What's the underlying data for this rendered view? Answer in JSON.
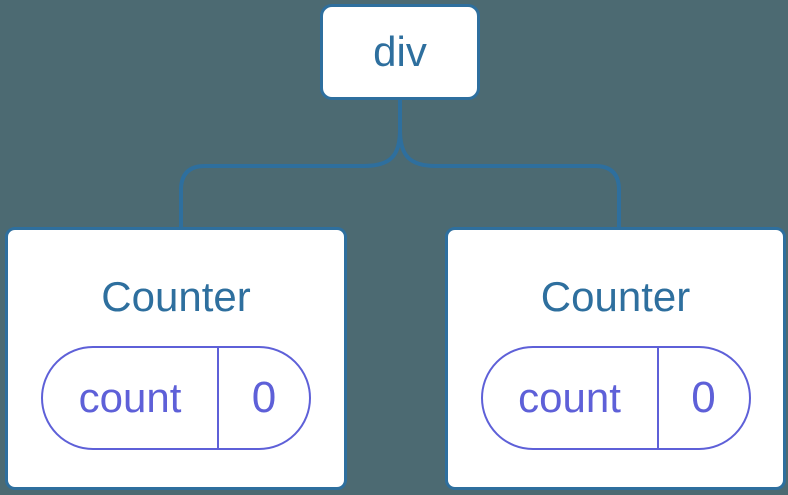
{
  "diagram": {
    "root": {
      "label": "div"
    },
    "children": [
      {
        "title": "Counter",
        "state": {
          "key": "count",
          "value": "0"
        }
      },
      {
        "title": "Counter",
        "state": {
          "key": "count",
          "value": "0"
        }
      }
    ]
  },
  "colors": {
    "background": "#4c6a72",
    "line_blue": "#2e6f9e",
    "card_bg": "#ffffff",
    "state_purple": "#5e60d8"
  }
}
